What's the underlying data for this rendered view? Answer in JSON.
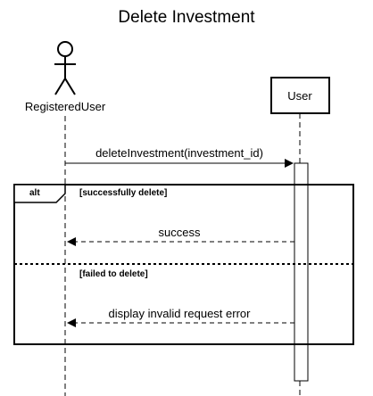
{
  "diagram": {
    "title": "Delete Investment",
    "participants": {
      "actor": {
        "label": "RegisteredUser"
      },
      "lifeline": {
        "label": "User"
      }
    },
    "messages": [
      {
        "from": "RegisteredUser",
        "to": "User",
        "label": "deleteInvestment(investment_id)",
        "style": "solid"
      },
      {
        "from": "User",
        "to": "RegisteredUser",
        "label": "success",
        "style": "dashed"
      },
      {
        "from": "User",
        "to": "RegisteredUser",
        "label": "display invalid request error",
        "style": "dashed"
      }
    ],
    "fragment": {
      "operator": "alt",
      "guards": [
        "[successfully delete]",
        "[failed to delete]"
      ]
    }
  }
}
